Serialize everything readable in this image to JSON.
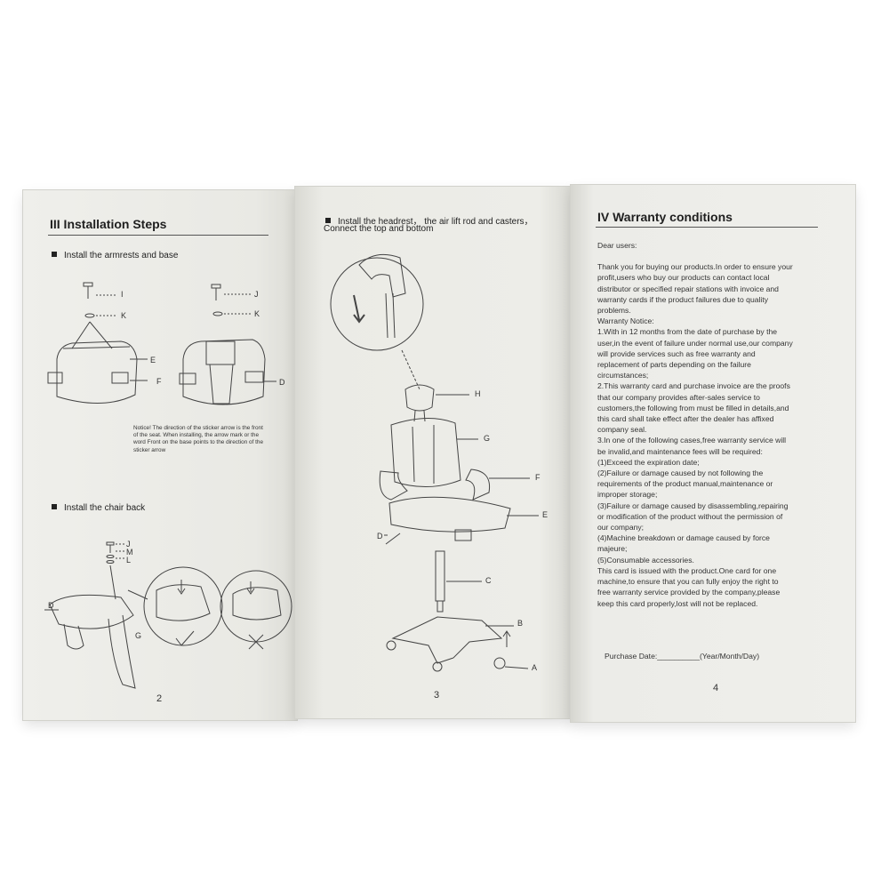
{
  "page2": {
    "section_title": "III Installation Steps",
    "step1_title": "Install the armrests and base",
    "step1_labels": {
      "i": "I",
      "k_left": "K",
      "e": "E",
      "f": "F",
      "j": "J",
      "k_right": "K",
      "d": "D"
    },
    "notice": "Notice! The direction of the sticker arrow is the front of the seat. When installing, the arrow mark or the word Front on the base points to the direction of the sticker arrow",
    "step2_title": "Install the chair back",
    "step2_labels": {
      "j": "J",
      "m": "M",
      "l": "L",
      "d": "D",
      "g": "G"
    },
    "page_number": "2"
  },
  "page3": {
    "step_title_line1": "Install the headrest， the air lift rod and casters，",
    "step_title_line2": "Connect the top and bottom",
    "labels": {
      "h": "H",
      "g": "G",
      "f": "F",
      "e": "E",
      "d": "D",
      "c": "C",
      "b": "B",
      "a": "A"
    },
    "page_number": "3"
  },
  "page4": {
    "section_title": "IV Warranty conditions",
    "lines": [
      "Dear users:",
      "",
      "Thank you for buying our products.In order to ensure your",
      "profit,users who buy our products can contact local",
      "distributor or specified repair stations with invoice and",
      "warranty cards if the product failures due to quality",
      "problems.",
      "Warranty Notice:",
      "1.With in 12 months from the date of purchase by the",
      "user,in the event of failure under normal use,our company",
      "will provide services such as free warranty and",
      "replacement of parts depending on the failure",
      "circumstances;",
      "2.This warranty card and purchase invoice are the proofs",
      "that our company provides after-sales service to",
      "customers,the following from must be filled in details,and",
      "this card shall take effect after the dealer has affixed",
      "company seal.",
      "3.In one of the following cases,free warranty service will",
      "be invalid,and maintenance fees will be required:",
      "(1)Exceed the expiration date;",
      "(2)Failure or damage caused by not following the",
      "requirements of the product manual,maintenance or",
      "improper storage;",
      "(3)Failure or damage caused by disassembling,repairing",
      "or modification of the product without the permission of",
      "our company;",
      "(4)Machine breakdown or damage caused by force",
      "majeure;",
      "(5)Consumable accessories.",
      "This card is issued with the product.One card for one",
      "machine,to ensure that you can fully enjoy the right to",
      "free warranty service provided by the company,please",
      "keep this card properly,lost will not be replaced."
    ],
    "purchase_date": "Purchase Date:__________(Year/Month/Day)",
    "page_number": "4"
  }
}
